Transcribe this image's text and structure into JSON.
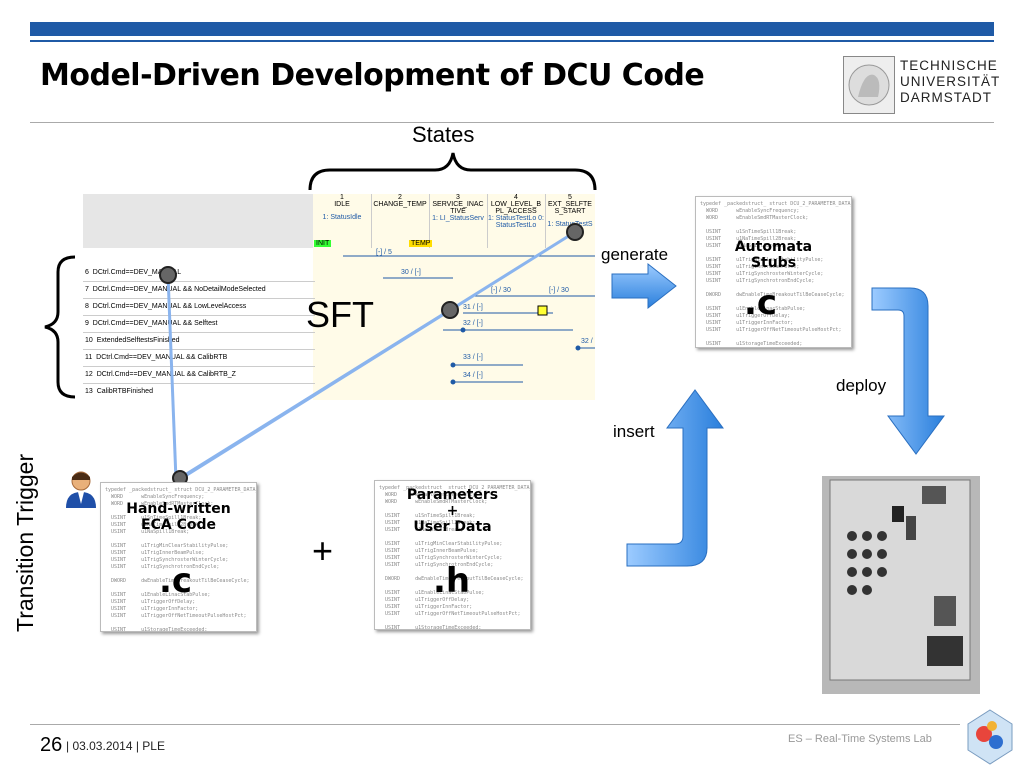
{
  "title": "Model-Driven Development of DCU Code",
  "logo": [
    "TECHNISCHE",
    "UNIVERSITÄT",
    "DARMSTADT"
  ],
  "labels": {
    "states": "States",
    "transition_trigger": "Transition Trigger",
    "sft": "SFT",
    "generate": "generate",
    "deploy": "deploy",
    "insert": "insert",
    "plus": "+"
  },
  "docs": {
    "automata": {
      "title1": "Automata",
      "title2": "Stubs",
      "ext": ".c"
    },
    "handwritten": {
      "title1": "Hand-written",
      "title2": "ECA Code",
      "ext": ".c"
    },
    "params": {
      "title1": "Parameters",
      "title2": "+",
      "title3": "User  Data",
      "ext": ".h"
    }
  },
  "table": {
    "columns": [
      {
        "num": "1",
        "name": "IDLE",
        "status": "1: StatusIdle"
      },
      {
        "num": "2",
        "name": "CHANGE_TEMP",
        "status": ""
      },
      {
        "num": "3",
        "name": "SERVICE_INAC TIVE",
        "status": "1: LI_StatusServ"
      },
      {
        "num": "4",
        "name": "LOW_LEVEL_B PL_ACCESS",
        "status": "1: StatusTestLo 0: StatusTestLo"
      },
      {
        "num": "5",
        "name": "EXT_SELFTE S_START",
        "status": "1: StatusTestS"
      }
    ],
    "rows": [
      {
        "n": "6",
        "text": "DCtrl.Cmd==DEV_MANUAL"
      },
      {
        "n": "7",
        "text": "DCtrl.Cmd==DEV_MANUAL && NoDetailModeSelected"
      },
      {
        "n": "8",
        "text": "DCtrl.Cmd==DEV_MANUAL && LowLevelAccess"
      },
      {
        "n": "9",
        "text": "DCtrl.Cmd==DEV_MANUAL && Selftest"
      },
      {
        "n": "10",
        "text": "ExtendedSelftestsFinished"
      },
      {
        "n": "11",
        "text": "DCtrl.Cmd==DEV_MANUAL && CalibRTB"
      },
      {
        "n": "12",
        "text": "DCtrl.Cmd==DEV_MANUAL && CalibRTB_Z"
      },
      {
        "n": "13",
        "text": "CalibRTBFinished"
      }
    ],
    "init": "INIT",
    "temp": "TEMP",
    "transitions": [
      "[-] / 5",
      "30 / [-]",
      "[-] / 30",
      "[-] / 30",
      "31 / [-]",
      "32 / [-]",
      "32 /",
      "33 / [-]",
      "34 / [-]"
    ]
  },
  "footer": {
    "page": "26",
    "info": "| 03.03.2014  |  PLE",
    "lab": "ES – Real-Time Systems Lab"
  }
}
